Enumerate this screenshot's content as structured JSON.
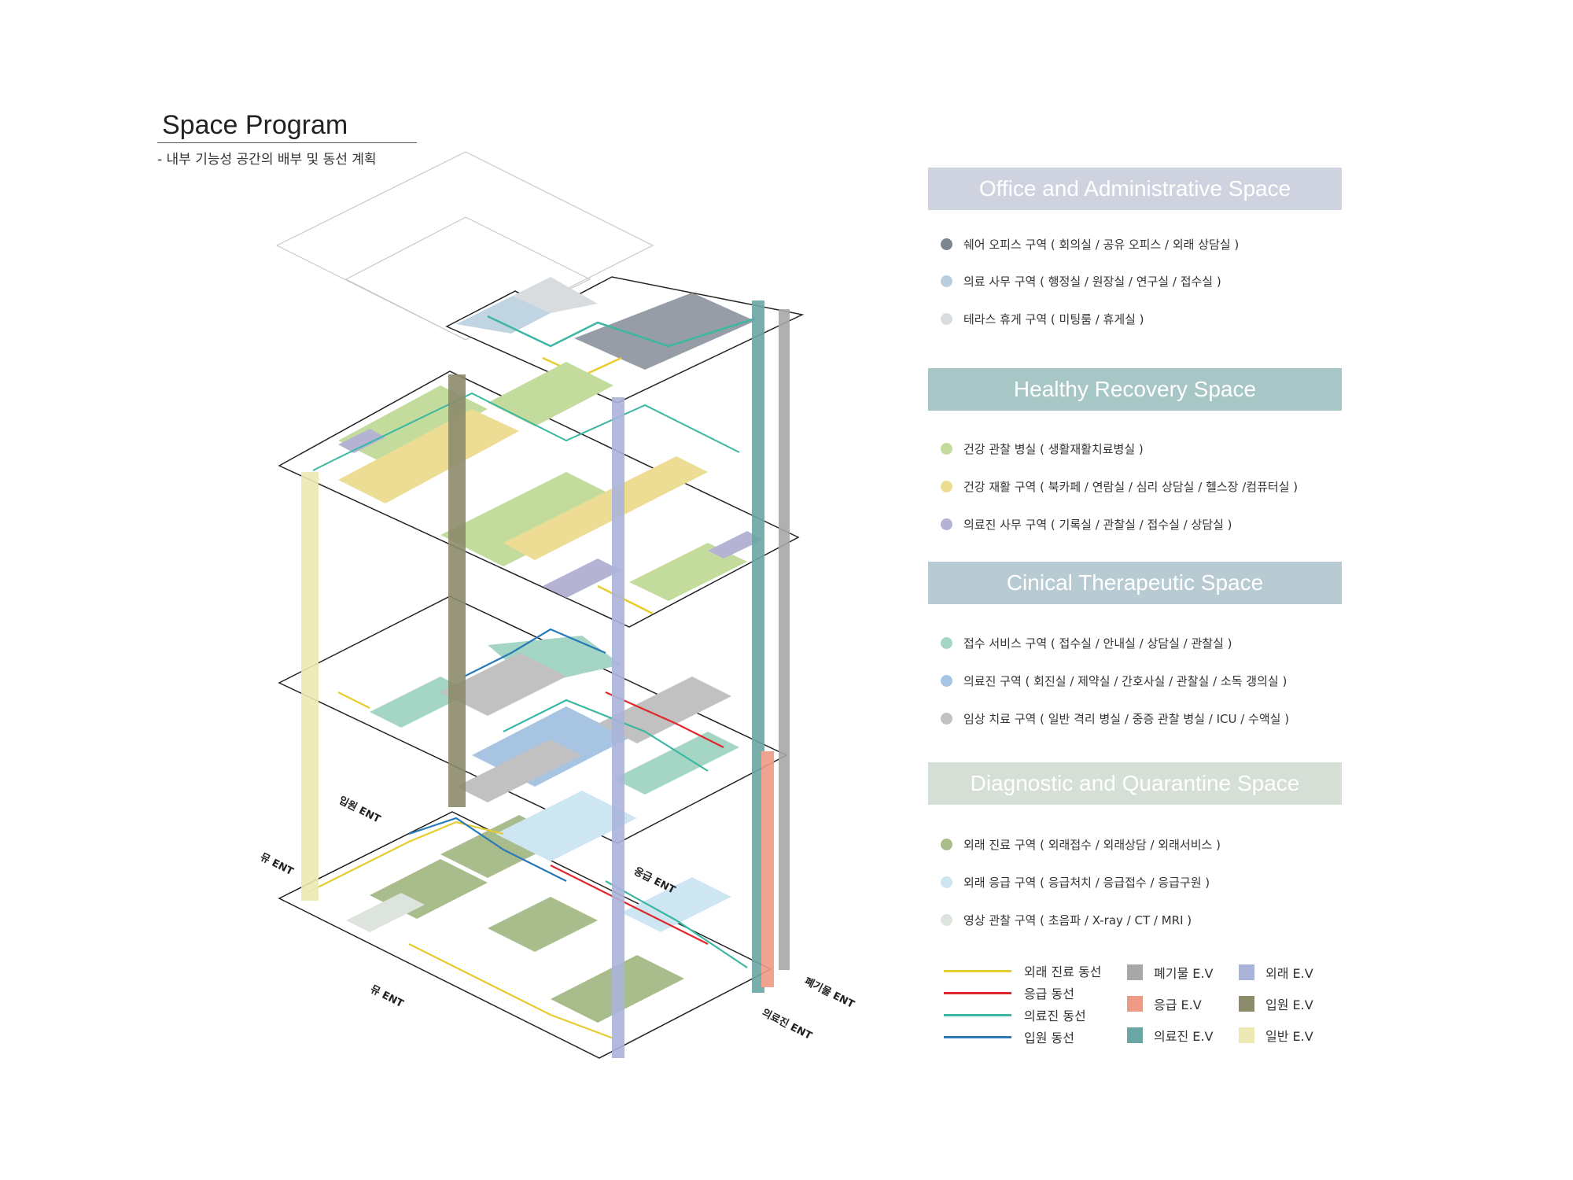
{
  "title": "Space Program",
  "subtitle": "- 내부 기능성 공간의 배부 및 동선 계획",
  "entrances": {
    "inpatient": "입원 ENT",
    "general_left": "뮤 ENT",
    "general_bottom": "뮤 ENT",
    "emergency": "응급 ENT",
    "waste": "폐기물 ENT",
    "staff": "의료진 ENT"
  },
  "sections": [
    {
      "title": "Office and Administrative Space",
      "color": "#cfd3df",
      "items": [
        {
          "label": "쉐어 오피스 구역 ( 회의실 / 공유 오피스 / 외래 상담실  )",
          "color": "#7d8590"
        },
        {
          "label": "의료 사무 구역 ( 행정실 / 원장실 / 연구실 / 접수실  )",
          "color": "#b9cfdf"
        },
        {
          "label": "테라스 휴게 구역  (   미팅룸 / 휴게실    )",
          "color": "#d9dcde"
        }
      ]
    },
    {
      "title": "Healthy Recovery Space",
      "color": "#a6c7c5",
      "items": [
        {
          "label": "건강 관찰 병실 ( 생활재활치료병실 )",
          "color": "#c3dc9d"
        },
        {
          "label": "건강 재활 구역 ( 북카페 / 연람실 / 심리 상담실 / 헬스장 /컴퓨터실 )",
          "color": "#ecdc94"
        },
        {
          "label": "의료진 사무 구역 ( 기록실 / 관찰실 / 접수실 / 상담실 )",
          "color": "#b4b3d4"
        }
      ]
    },
    {
      "title": "Cinical Therapeutic Space",
      "color": "#b8cbd3",
      "items": [
        {
          "label": "접수 서비스 구역 ( 접수실 / 안내실 / 상담실 / 관찰실 )",
          "color": "#a5d6c5"
        },
        {
          "label": "의료진 구역 ( 회진실 / 제약실 / 간호사실 / 관찰실 / 소독 갱의실 )",
          "color": "#a7c5e3"
        },
        {
          "label": "임상 치료 구역 ( 일반 격리 병실 / 중증 관찰 병실 / ICU / 수액실 )",
          "color": "#c1c1c1"
        }
      ]
    },
    {
      "title": "Diagnostic and Quarantine Space",
      "color": "#d6dfd6",
      "items": [
        {
          "label": "외래 진료 구역 ( 외래접수 / 외래상담 / 외래서비스 )",
          "color": "#a9bc8b"
        },
        {
          "label": "외래 응급 구역 ( 응급처치 / 응급접수 / 응급구원 )",
          "color": "#cde6f2"
        },
        {
          "label": "영상 관찰 구역 ( 초음파 / X-ray / CT / MRI )",
          "color": "#dde3dd"
        }
      ]
    }
  ],
  "routes": [
    {
      "label": "외래 진료 동선",
      "color": "#e6cc2e"
    },
    {
      "label": "응급 동선",
      "color": "#e0282c"
    },
    {
      "label": "의료진 동선",
      "color": "#3bb7a2"
    },
    {
      "label": "입원 동선",
      "color": "#2a7ab8"
    }
  ],
  "elevators_col1": [
    {
      "label": "폐기물 E.V",
      "color": "#a8a8a8"
    },
    {
      "label": "응급 E.V",
      "color": "#ef9a86"
    },
    {
      "label": "의료진 E.V",
      "color": "#6aa6a4"
    }
  ],
  "elevators_col2": [
    {
      "label": "외래 E.V",
      "color": "#aab4da"
    },
    {
      "label": "입원 E.V",
      "color": "#8c8b6c"
    },
    {
      "label": "일반 E.V",
      "color": "#ece9b4"
    }
  ]
}
